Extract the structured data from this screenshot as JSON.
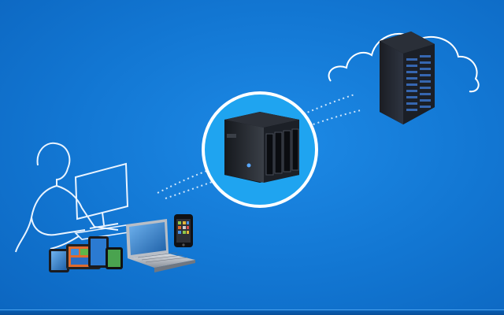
{
  "scene": {
    "background_color": "#1178d4",
    "highlight_color": "#ffffff",
    "nodes": [
      {
        "name": "user-devices",
        "icons": [
          "person-silhouette-icon",
          "desktop-monitor-icon",
          "tablet-icon",
          "smartphone-icon",
          "laptop-icon"
        ]
      },
      {
        "name": "nas-device",
        "icons": [
          "nas-storage-icon"
        ]
      },
      {
        "name": "cloud-server",
        "icons": [
          "cloud-icon",
          "server-rack-icon"
        ]
      }
    ],
    "connections": [
      "user-devices-to-nas",
      "nas-to-cloud"
    ]
  }
}
